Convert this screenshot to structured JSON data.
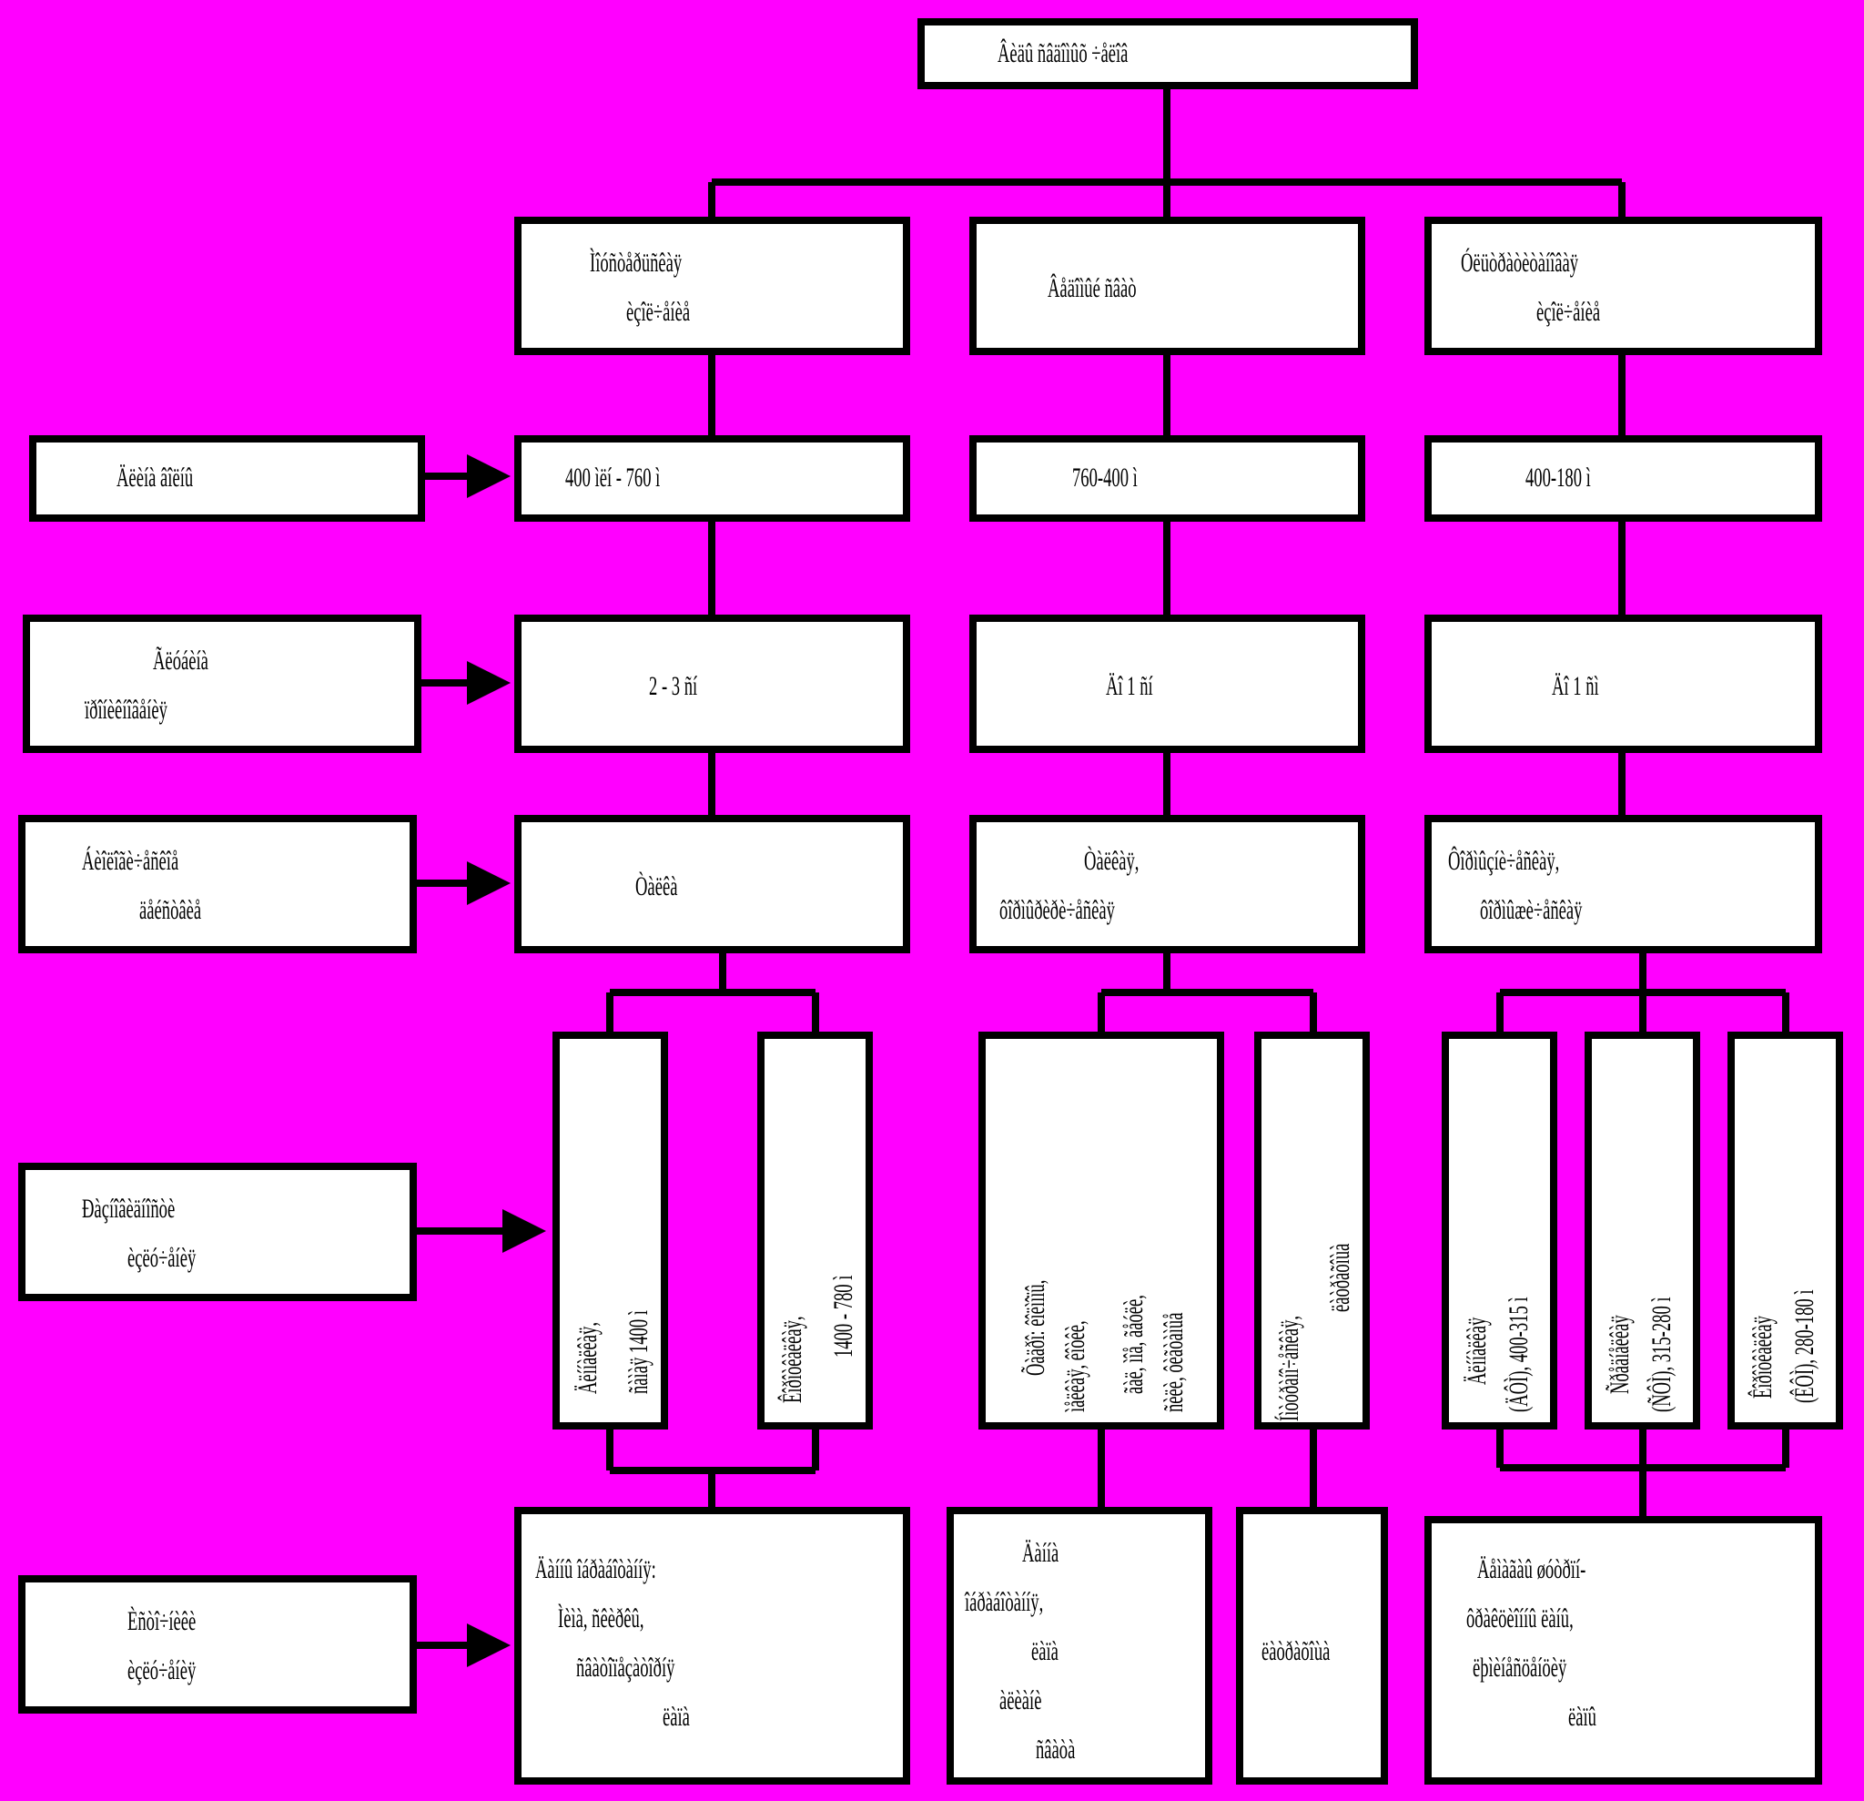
{
  "colors": {
    "background": "#ff00ff",
    "box_fill": "#ffffff",
    "line": "#000000"
  },
  "root": {
    "label": "Âèäû ñâäîìûõ ÷åëîâ"
  },
  "columns": [
    {
      "title": [
        "Ìîóñòåðüñêàÿ",
        "èçîë÷åíèå"
      ],
      "period": "400 ìëí - 760 ì",
      "duration": "2 - 3 ñí",
      "features": [
        "Òàëêà"
      ],
      "subtypes": [
        [
          "Äëííàëêàÿ,",
          "ñàìàÿ 1400 ì"
        ],
        [
          "Êîðîòêàëêàÿ,",
          "1400 - 780 ì"
        ]
      ],
      "result": [
        "Äàííû îáðàáîòàííÿ:",
        "Ìèìà, ñêèðêû,",
        "ñâàòîïåçàòîðíÿ",
        "ëàïà"
      ]
    },
    {
      "title": [
        "Âåäîìûé ñâàò"
      ],
      "period": "760-400 ì",
      "duration": "Äî 1 ñí",
      "features": [
        "Òàëêàÿ,",
        "ôîðìûðèðè÷åñêàÿ"
      ],
      "subtypes": [
        [
          "Õàäðî: êîëìîïû,",
          "ìåëêàÿ, êîòêè,",
          "ãàë, ìîå, ãåóëè,",
          "ñèëè, ôèãòàìûå"
        ],
        [
          "Íìòóðàíî÷åñêàÿ,",
          "ëàòðàõîùà"
        ]
      ],
      "result": [
        "Äàííà",
        "îáðàáîòàííÿ,",
        "ëàïà",
        "àëèàíè",
        "ñâàòà"
      ]
    },
    {
      "title": [
        "Óëüòðàòèòàíîâàÿ",
        "èçîë÷åíèå"
      ],
      "period": "400-180 ì",
      "duration": "Äî 1 ñì",
      "features": [
        "Ôîðìûçíè÷åñêàÿ,",
        "ôîðìûæè÷åñêàÿ"
      ],
      "subtypes": [
        [
          "Äëííàëêàÿ",
          "(ÄÔÌ), 400-315 ì"
        ],
        [
          "Ñðåäíåëêàÿ",
          "(ÑÔÌ), 315-280 ì"
        ],
        [
          "Êîðîòêàëêàÿ",
          "(ÊÔÌ), 280-180 ì"
        ]
      ],
      "result": [
        "Äåìàãàû øóòðïí-",
        "ôðàêöèîííû ëàíû,",
        "ëþìèíåñöåíöèÿ",
        "ëàïû"
      ]
    }
  ],
  "row_labels": [
    [
      "Äëèíà âîëíû"
    ],
    [
      "Ãëóáèíà",
      "ïðîíèêíîâåíèÿ"
    ],
    [
      "Áèîëîãè÷åñêîå",
      "äåéñòâèå"
    ],
    [
      "Ðàçíîâèäíîñòè",
      "èçëó÷åíèÿ"
    ],
    [
      "Èñòî÷íèêè",
      "èçëó÷åíèÿ"
    ]
  ]
}
